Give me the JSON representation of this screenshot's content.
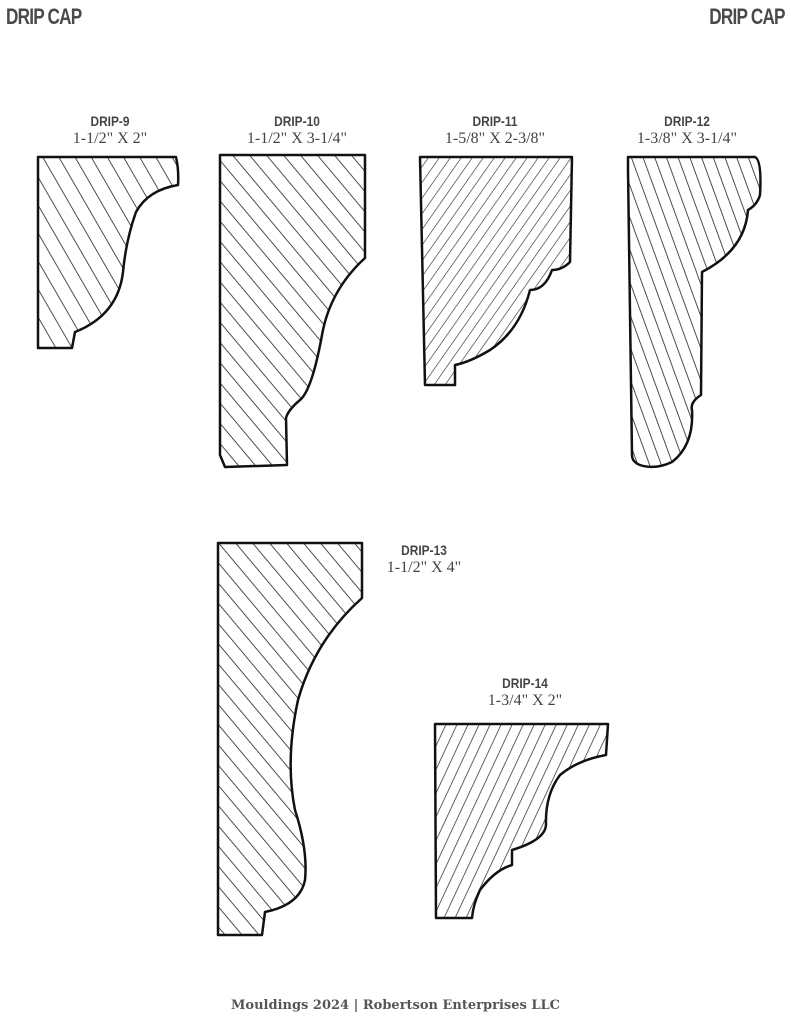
{
  "header": {
    "left_title": "DRIP CAP",
    "right_title": "DRIP CAP"
  },
  "profiles": [
    {
      "code": "DRIP-9",
      "size": "1-1/2\" X 2\""
    },
    {
      "code": "DRIP-10",
      "size": "1-1/2\" X 3-1/4\""
    },
    {
      "code": "DRIP-11",
      "size": "1-5/8\" X 2-3/8\""
    },
    {
      "code": "DRIP-12",
      "size": "1-3/8\" X 3-1/4\""
    },
    {
      "code": "DRIP-13",
      "size": "1-1/2\" X 4\""
    },
    {
      "code": "DRIP-14",
      "size": "1-3/4\" X 2\""
    }
  ],
  "footer": {
    "text": "Mouldings 2024 | Robertson Enterprises LLC"
  }
}
